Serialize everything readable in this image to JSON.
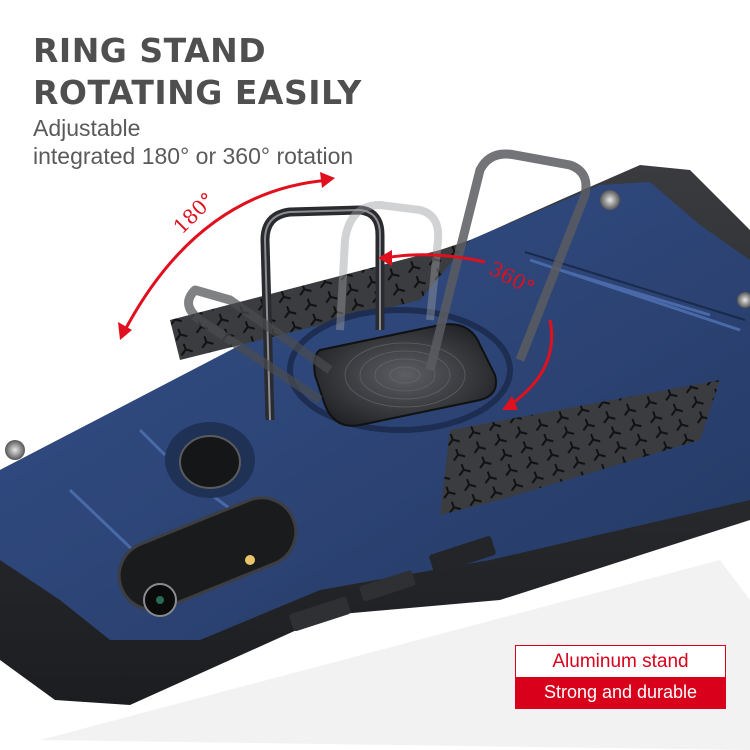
{
  "headline": {
    "line1": "RING STAND",
    "line2": "ROTATING EASILY"
  },
  "subheadline": {
    "line1": "Adjustable",
    "line2": "integrated 180° or 360° rotation"
  },
  "annotations": {
    "angle_180": "180°",
    "angle_360": "360°"
  },
  "badge": {
    "top_label": "Aluminum stand",
    "bottom_label": "Strong and durable"
  },
  "colors": {
    "accent_red": "#d9001b",
    "arrow_red": "#e0101e",
    "case_blue": "#2c4373",
    "bumper_black": "#2a2b2e",
    "heading_gray": "#4f4f4f"
  },
  "product": {
    "subject": "rugged phone case with rotating ring stand",
    "case_color": "navy blue",
    "stand_material": "aluminum"
  }
}
